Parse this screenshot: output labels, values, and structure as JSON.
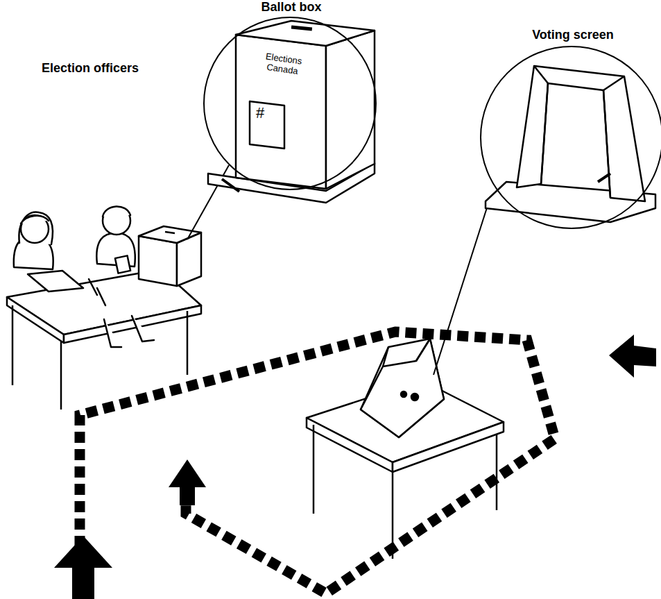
{
  "diagram": {
    "nodes": [
      {
        "text": [
          "Ballot box",
          "Elections Canada"
        ]
      },
      {
        "text": [
          "Voting screen"
        ]
      }
    ],
    "labels": [
      "Election officers",
      "#"
    ]
  }
}
